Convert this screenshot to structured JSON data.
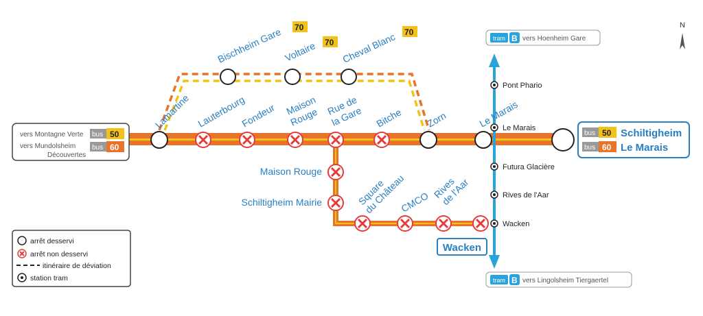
{
  "colors": {
    "bus50": "#f2c21b",
    "bus60": "#e8732a",
    "tram": "#2aa3dc",
    "label": "#2a7fc1",
    "cross": "#e53b3b"
  },
  "north_label": "N",
  "left_box": {
    "line1": "vers Montagne Verte",
    "line2": "vers Mundolsheim",
    "line3": "Découvertes",
    "bus50": "bus",
    "bus50_num": "50",
    "bus60": "bus",
    "bus60_num": "60"
  },
  "right_box": {
    "bus50": "bus",
    "bus50_num": "50",
    "bus60": "bus",
    "bus60_num": "60",
    "title1": "Schiltigheim",
    "title2": "Le Marais"
  },
  "tram_top": {
    "mode": "tram",
    "line": "B",
    "text": "vers Hoenheim Gare"
  },
  "tram_bottom": {
    "mode": "tram",
    "line": "B",
    "text": "vers Lingolsheim Tiergaertel"
  },
  "deviation_stops": [
    {
      "name": "Bischheim Gare",
      "line": "70"
    },
    {
      "name": "Voltaire",
      "line": "70"
    },
    {
      "name": "Cheval Blanc",
      "line": "70"
    }
  ],
  "main_stops": {
    "lamartine": "Lamartine",
    "lauterbourg": "Lauterbourg",
    "fondeur": "Fondeur",
    "maison_rouge_1": "Maison",
    "maison_rouge_2": "Rouge",
    "rue_gare_1": "Rue de",
    "rue_gare_2": "la Gare",
    "bitche": "Bitche",
    "zorn": "Zorn",
    "le_marais": "Le Marais"
  },
  "branch_stops": {
    "maison_rouge": "Maison Rouge",
    "schiltigheim_mairie": "Schiltigheim Mairie",
    "square_1": "Square",
    "square_2": "du Château",
    "cmco": "CMCO",
    "rives_1": "Rives",
    "rives_2": "de l'Aar",
    "wacken_box": "Wacken"
  },
  "tram_stops": [
    "Pont Phario",
    "Le Marais",
    "Futura Glacière",
    "Rives de l'Aar",
    "Wacken"
  ],
  "legend": {
    "served": "arrêt desservi",
    "not_served": "arrêt non desservi",
    "deviation": "itinéraire de déviation",
    "tram_station": "station tram"
  }
}
